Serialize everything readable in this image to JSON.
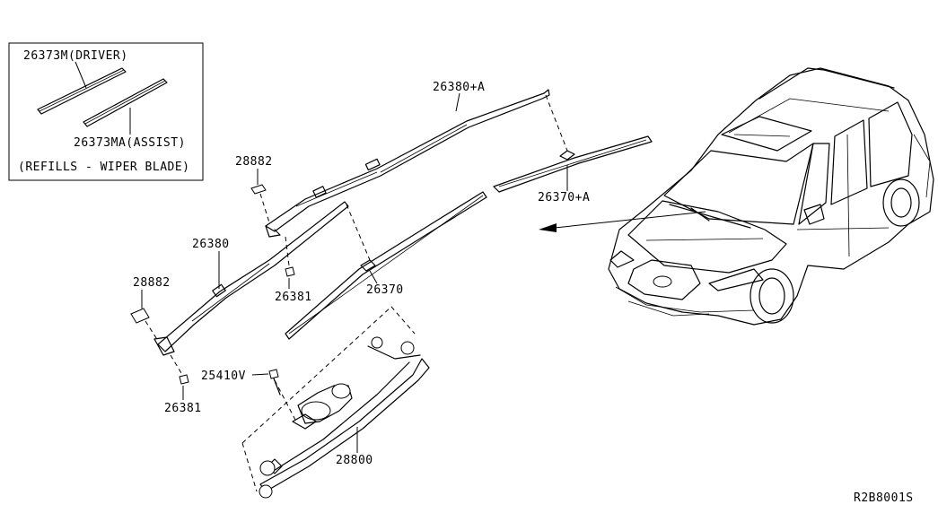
{
  "refills_box": {
    "driver_label": "26373M(DRIVER)",
    "assist_label": "26373MA(ASSIST)",
    "caption": "(REFILLS - WIPER BLADE)"
  },
  "callouts": {
    "arm_driver": "26380+A",
    "arm_assist": "26380",
    "blade_driver": "26370+A",
    "blade_assist": "26370",
    "cap_upper": "28882",
    "cap_lower": "28882",
    "nut_upper": "26381",
    "nut_lower": "26381",
    "bolt": "25410V",
    "linkage_motor": "28800"
  },
  "diagram_code": "R2B8001S"
}
